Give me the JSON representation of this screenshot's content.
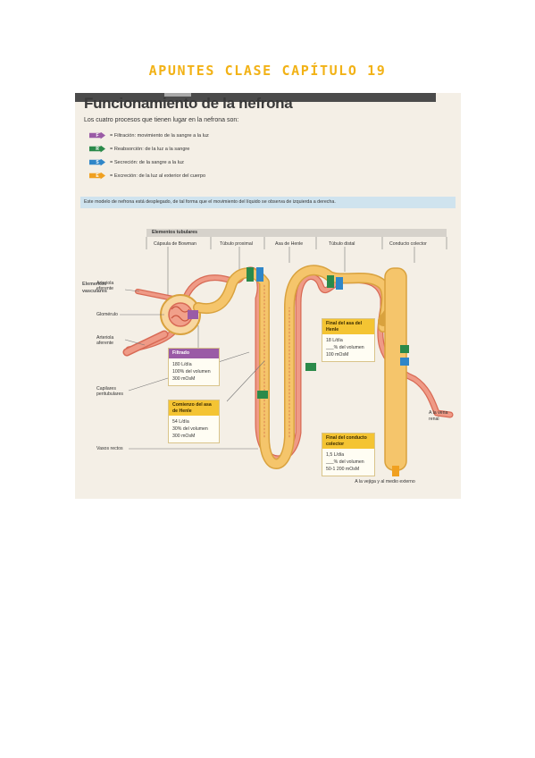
{
  "page": {
    "heading": "APUNTES CLASE CAPÍTULO 19"
  },
  "figure": {
    "title": "Funcionamiento de la nefrona",
    "subtitle": "Los cuatro procesos que tienen lugar en la nefrona son:",
    "legend": [
      {
        "letter": "F",
        "text": "= Filtración: movimiento de la sangre a la luz",
        "color": "#9a5ba6"
      },
      {
        "letter": "R",
        "text": "= Reabsorción: de la luz a la sangre",
        "color": "#2b8a4a"
      },
      {
        "letter": "S",
        "text": "= Secreción: de la sangre a la luz",
        "color": "#2f86c8"
      },
      {
        "letter": "E",
        "text": "= Excreción: de la luz al exterior del cuerpo",
        "color": "#f0a020"
      }
    ],
    "info": "Este modelo de nefrona está desplegado, de tal forma que el movimiento del líquido se observa de izquierda a derecha.",
    "tubular_header": "Elementos tubulares",
    "columns": [
      "Cápsula de Bowman",
      "Túbulo proximal",
      "Asa de Henle",
      "Túbulo distal",
      "Conducto colector"
    ],
    "side_labels": {
      "arteriola_eferente": "Arteriola eferente",
      "glomerulo": "Glomérulo",
      "arteriola_aferente": "Arteriola aferente",
      "capilares": "Capilares peritubulares",
      "vasos_rectos": "Vasos rectos"
    },
    "vertical_label": "Elementos vasculares",
    "boxes": {
      "filtrado": {
        "title": "Filtrado",
        "lines": [
          "180 L/día",
          "100% del volumen",
          "300 mOsM"
        ]
      },
      "comienzo": {
        "title": "Comienzo del asa de Henle",
        "lines": [
          "54 L/día",
          "30% del volumen",
          "300 mOsM"
        ]
      },
      "final_asa": {
        "title": "Final del asa del Henle",
        "lines": [
          "18 L/día",
          "___% del volumen",
          "100 mOsM"
        ]
      },
      "final_conducto": {
        "title": "Final del conducto colector",
        "lines": [
          "1,5 L/día",
          "___% del volumen",
          "50-1 200 mOsM"
        ]
      }
    },
    "notes": {
      "vena": "A la vena renal",
      "vejiga": "A la vejiga y al medio externo"
    },
    "colors": {
      "tubule": "#f5c56b",
      "tubule_edge": "#d9a23e",
      "vessel": "#ef9a86",
      "vessel_edge": "#d86a55"
    }
  }
}
